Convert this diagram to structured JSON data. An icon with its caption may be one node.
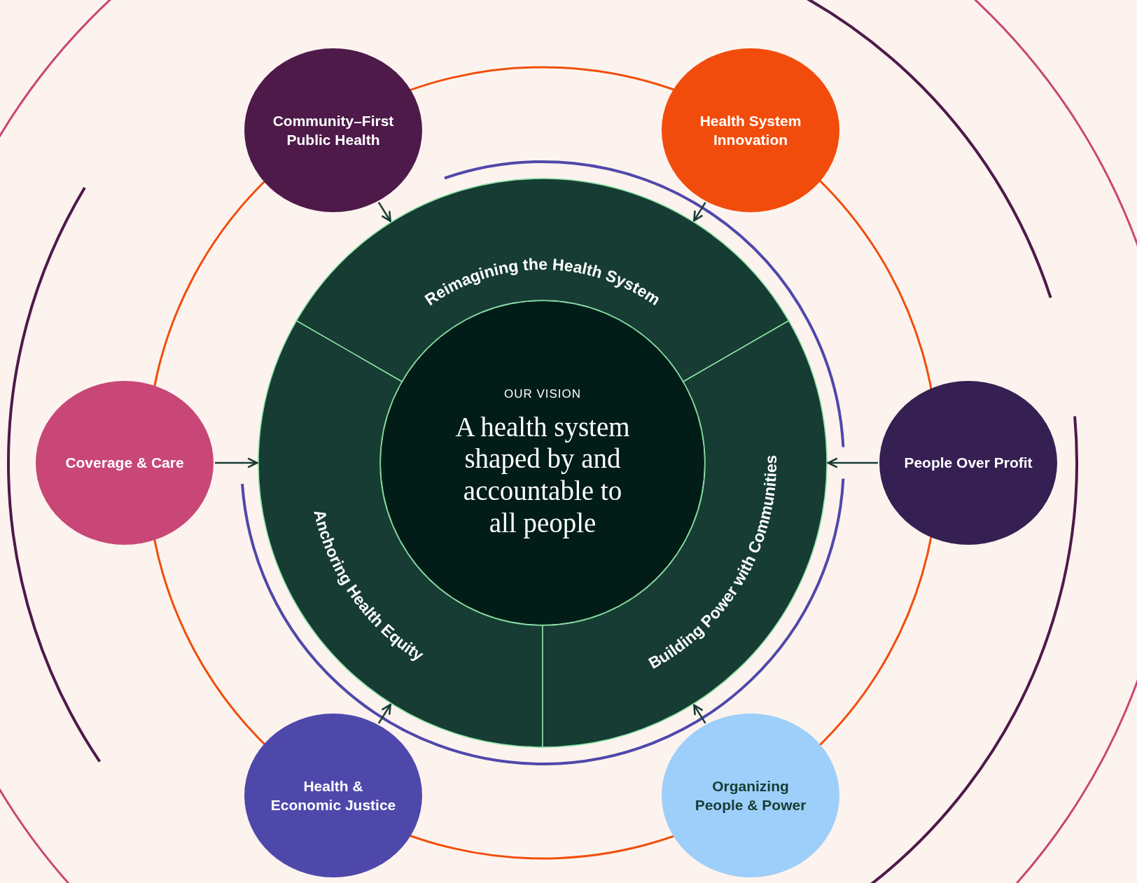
{
  "diagram": {
    "nodes": [
      {
        "text": [
          "Community–First Public Health"
        ]
      },
      {
        "text": [
          "Health System Innovation"
        ]
      },
      {
        "text": [
          "Reimagining the Health System"
        ]
      },
      {
        "text": [
          "Anchoring Health Equity"
        ]
      },
      {
        "text": [
          "OUR VISION",
          "A health system shaped by and accountable to all people"
        ]
      },
      {
        "text": [
          "Building Power with Communities"
        ]
      },
      {
        "text": [
          "Coverage & Care"
        ]
      },
      {
        "text": [
          "People Over Profit"
        ]
      },
      {
        "text": [
          "Health & Economic Justice"
        ]
      },
      {
        "text": [
          "Organizing People & Power"
        ]
      }
    ],
    "edges": [
      {
        "from": 0,
        "to": 2,
        "arrow": "to"
      },
      {
        "from": 1,
        "to": 2,
        "arrow": "to"
      },
      {
        "from": 6,
        "to": 3,
        "arrow": "to"
      },
      {
        "from": 7,
        "to": 5,
        "arrow": "to"
      },
      {
        "from": 8,
        "to": 3,
        "arrow": "to"
      },
      {
        "from": 9,
        "to": 5,
        "arrow": "to"
      }
    ]
  }
}
